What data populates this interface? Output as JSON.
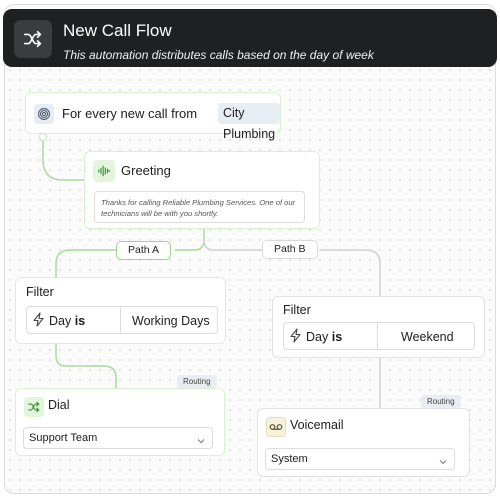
{
  "header": {
    "icon": "shuffle-icon",
    "title": "New Call Flow",
    "subtitle": "This automation distributes calls based on the day of  week"
  },
  "trigger": {
    "icon": "target-icon",
    "label": "For every new call from",
    "source": "City Plumbing"
  },
  "greeting": {
    "icon": "audio-wave-icon",
    "title": "Greeting",
    "message": "Thanks for calling Reliable Plumbing Services. One of our technicians will be with you shortly."
  },
  "paths": [
    {
      "label": "Path A"
    },
    {
      "label": "Path B"
    }
  ],
  "filter_a": {
    "title": "Filter",
    "field_icon": "lightning-icon",
    "field": "Day",
    "operator": "is",
    "value": "Working Days"
  },
  "filter_b": {
    "title": "Filter",
    "field_icon": "lightning-icon",
    "field": "Day",
    "operator": "is",
    "value": "Weekend"
  },
  "dial": {
    "tag": "Routing",
    "icon": "shuffle-icon",
    "title": "Dial",
    "selected": "Support Team"
  },
  "voicemail": {
    "tag": "Routing",
    "icon": "voicemail-icon",
    "title": "Voicemail",
    "selected": "System"
  },
  "colors": {
    "header_bg": "#1f2021",
    "active_border": "#d7f2cf",
    "active_line": "#a7dc9a",
    "inactive_line": "#d2d2d2"
  }
}
